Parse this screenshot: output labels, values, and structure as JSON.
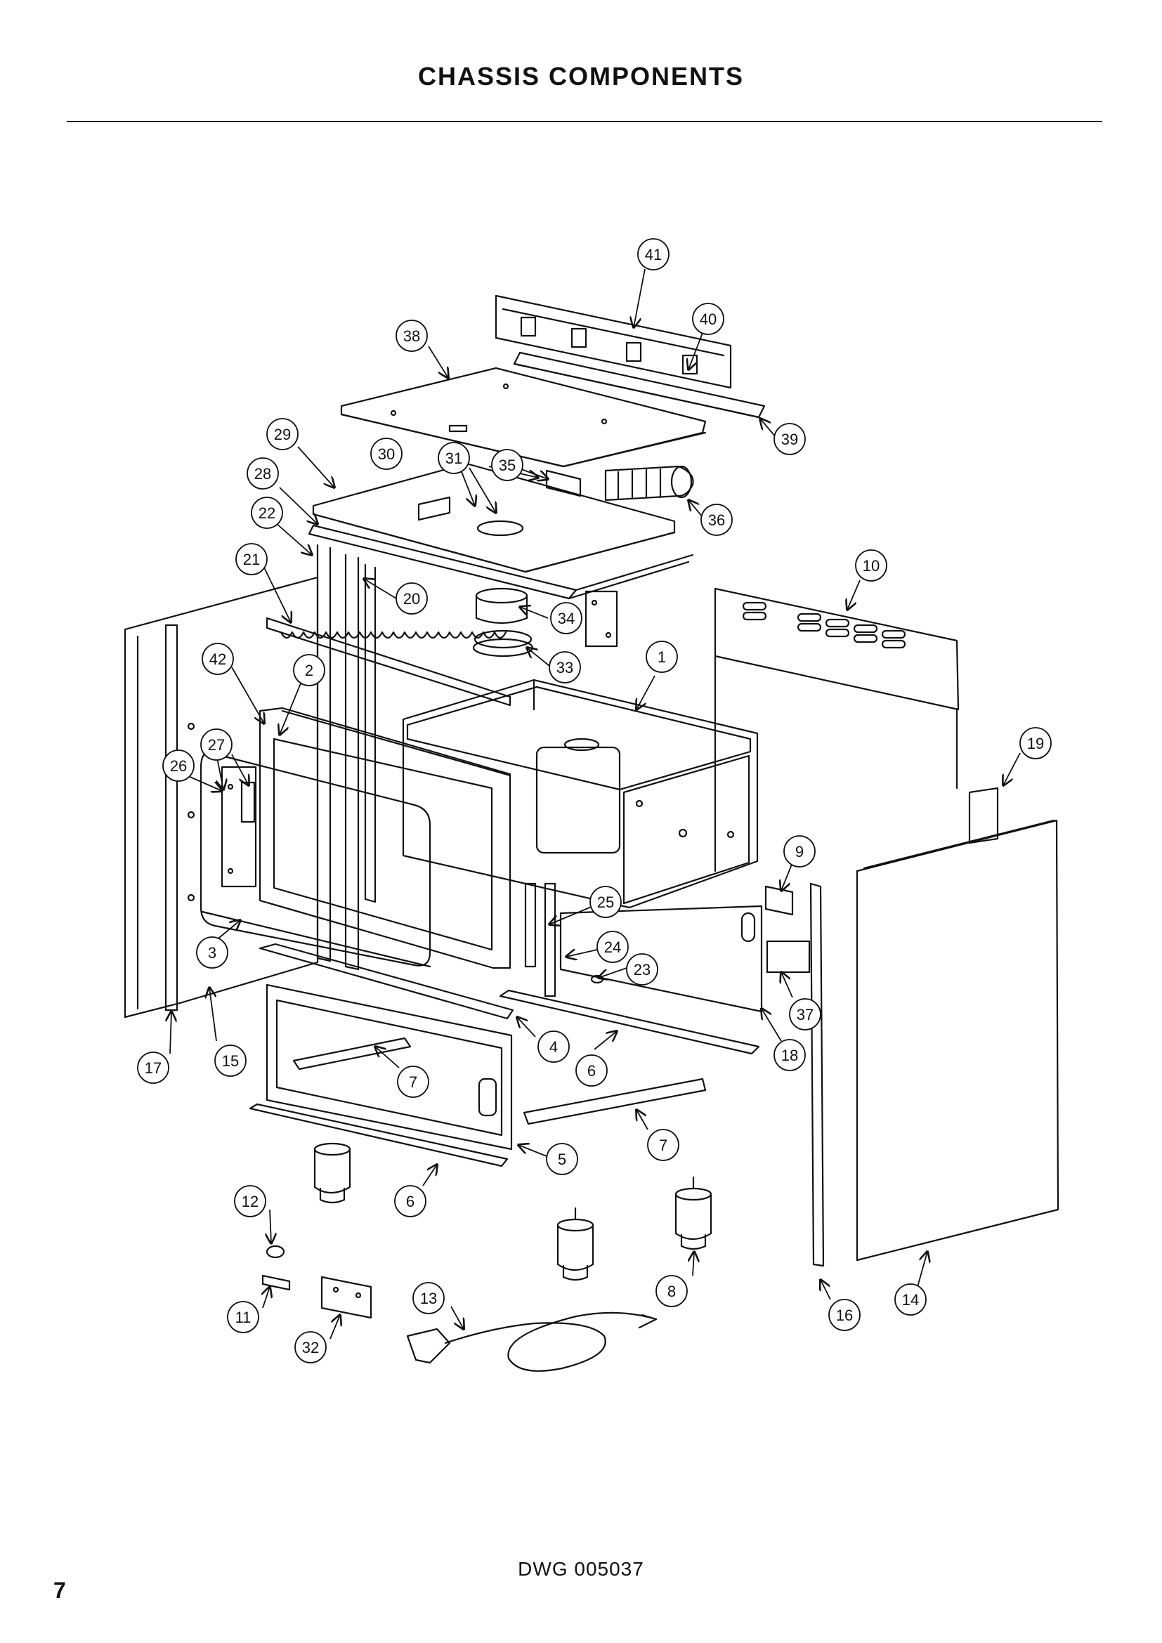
{
  "header": {
    "title": "CHASSIS COMPONENTS"
  },
  "footer": {
    "drawing_number": "DWG 005037",
    "page_number": "7"
  },
  "callouts": [
    {
      "id": "1",
      "label": "1"
    },
    {
      "id": "2",
      "label": "2"
    },
    {
      "id": "3",
      "label": "3"
    },
    {
      "id": "4",
      "label": "4"
    },
    {
      "id": "5",
      "label": "5"
    },
    {
      "id": "6a",
      "label": "6"
    },
    {
      "id": "6b",
      "label": "6"
    },
    {
      "id": "7a",
      "label": "7"
    },
    {
      "id": "7b",
      "label": "7"
    },
    {
      "id": "8",
      "label": "8"
    },
    {
      "id": "9",
      "label": "9"
    },
    {
      "id": "10",
      "label": "10"
    },
    {
      "id": "11",
      "label": "11"
    },
    {
      "id": "12",
      "label": "12"
    },
    {
      "id": "13",
      "label": "13"
    },
    {
      "id": "14",
      "label": "14"
    },
    {
      "id": "15",
      "label": "15"
    },
    {
      "id": "16",
      "label": "16"
    },
    {
      "id": "17",
      "label": "17"
    },
    {
      "id": "18",
      "label": "18"
    },
    {
      "id": "19",
      "label": "19"
    },
    {
      "id": "20",
      "label": "20"
    },
    {
      "id": "21",
      "label": "21"
    },
    {
      "id": "22",
      "label": "22"
    },
    {
      "id": "23",
      "label": "23"
    },
    {
      "id": "24",
      "label": "24"
    },
    {
      "id": "25",
      "label": "25"
    },
    {
      "id": "26",
      "label": "26"
    },
    {
      "id": "27",
      "label": "27"
    },
    {
      "id": "28",
      "label": "28"
    },
    {
      "id": "29",
      "label": "29"
    },
    {
      "id": "30",
      "label": "30"
    },
    {
      "id": "31",
      "label": "31"
    },
    {
      "id": "32",
      "label": "32"
    },
    {
      "id": "33",
      "label": "33"
    },
    {
      "id": "34",
      "label": "34"
    },
    {
      "id": "35",
      "label": "35"
    },
    {
      "id": "36",
      "label": "36"
    },
    {
      "id": "37",
      "label": "37"
    },
    {
      "id": "38",
      "label": "38"
    },
    {
      "id": "39",
      "label": "39"
    },
    {
      "id": "40",
      "label": "40"
    },
    {
      "id": "41",
      "label": "41"
    },
    {
      "id": "42",
      "label": "42"
    }
  ]
}
